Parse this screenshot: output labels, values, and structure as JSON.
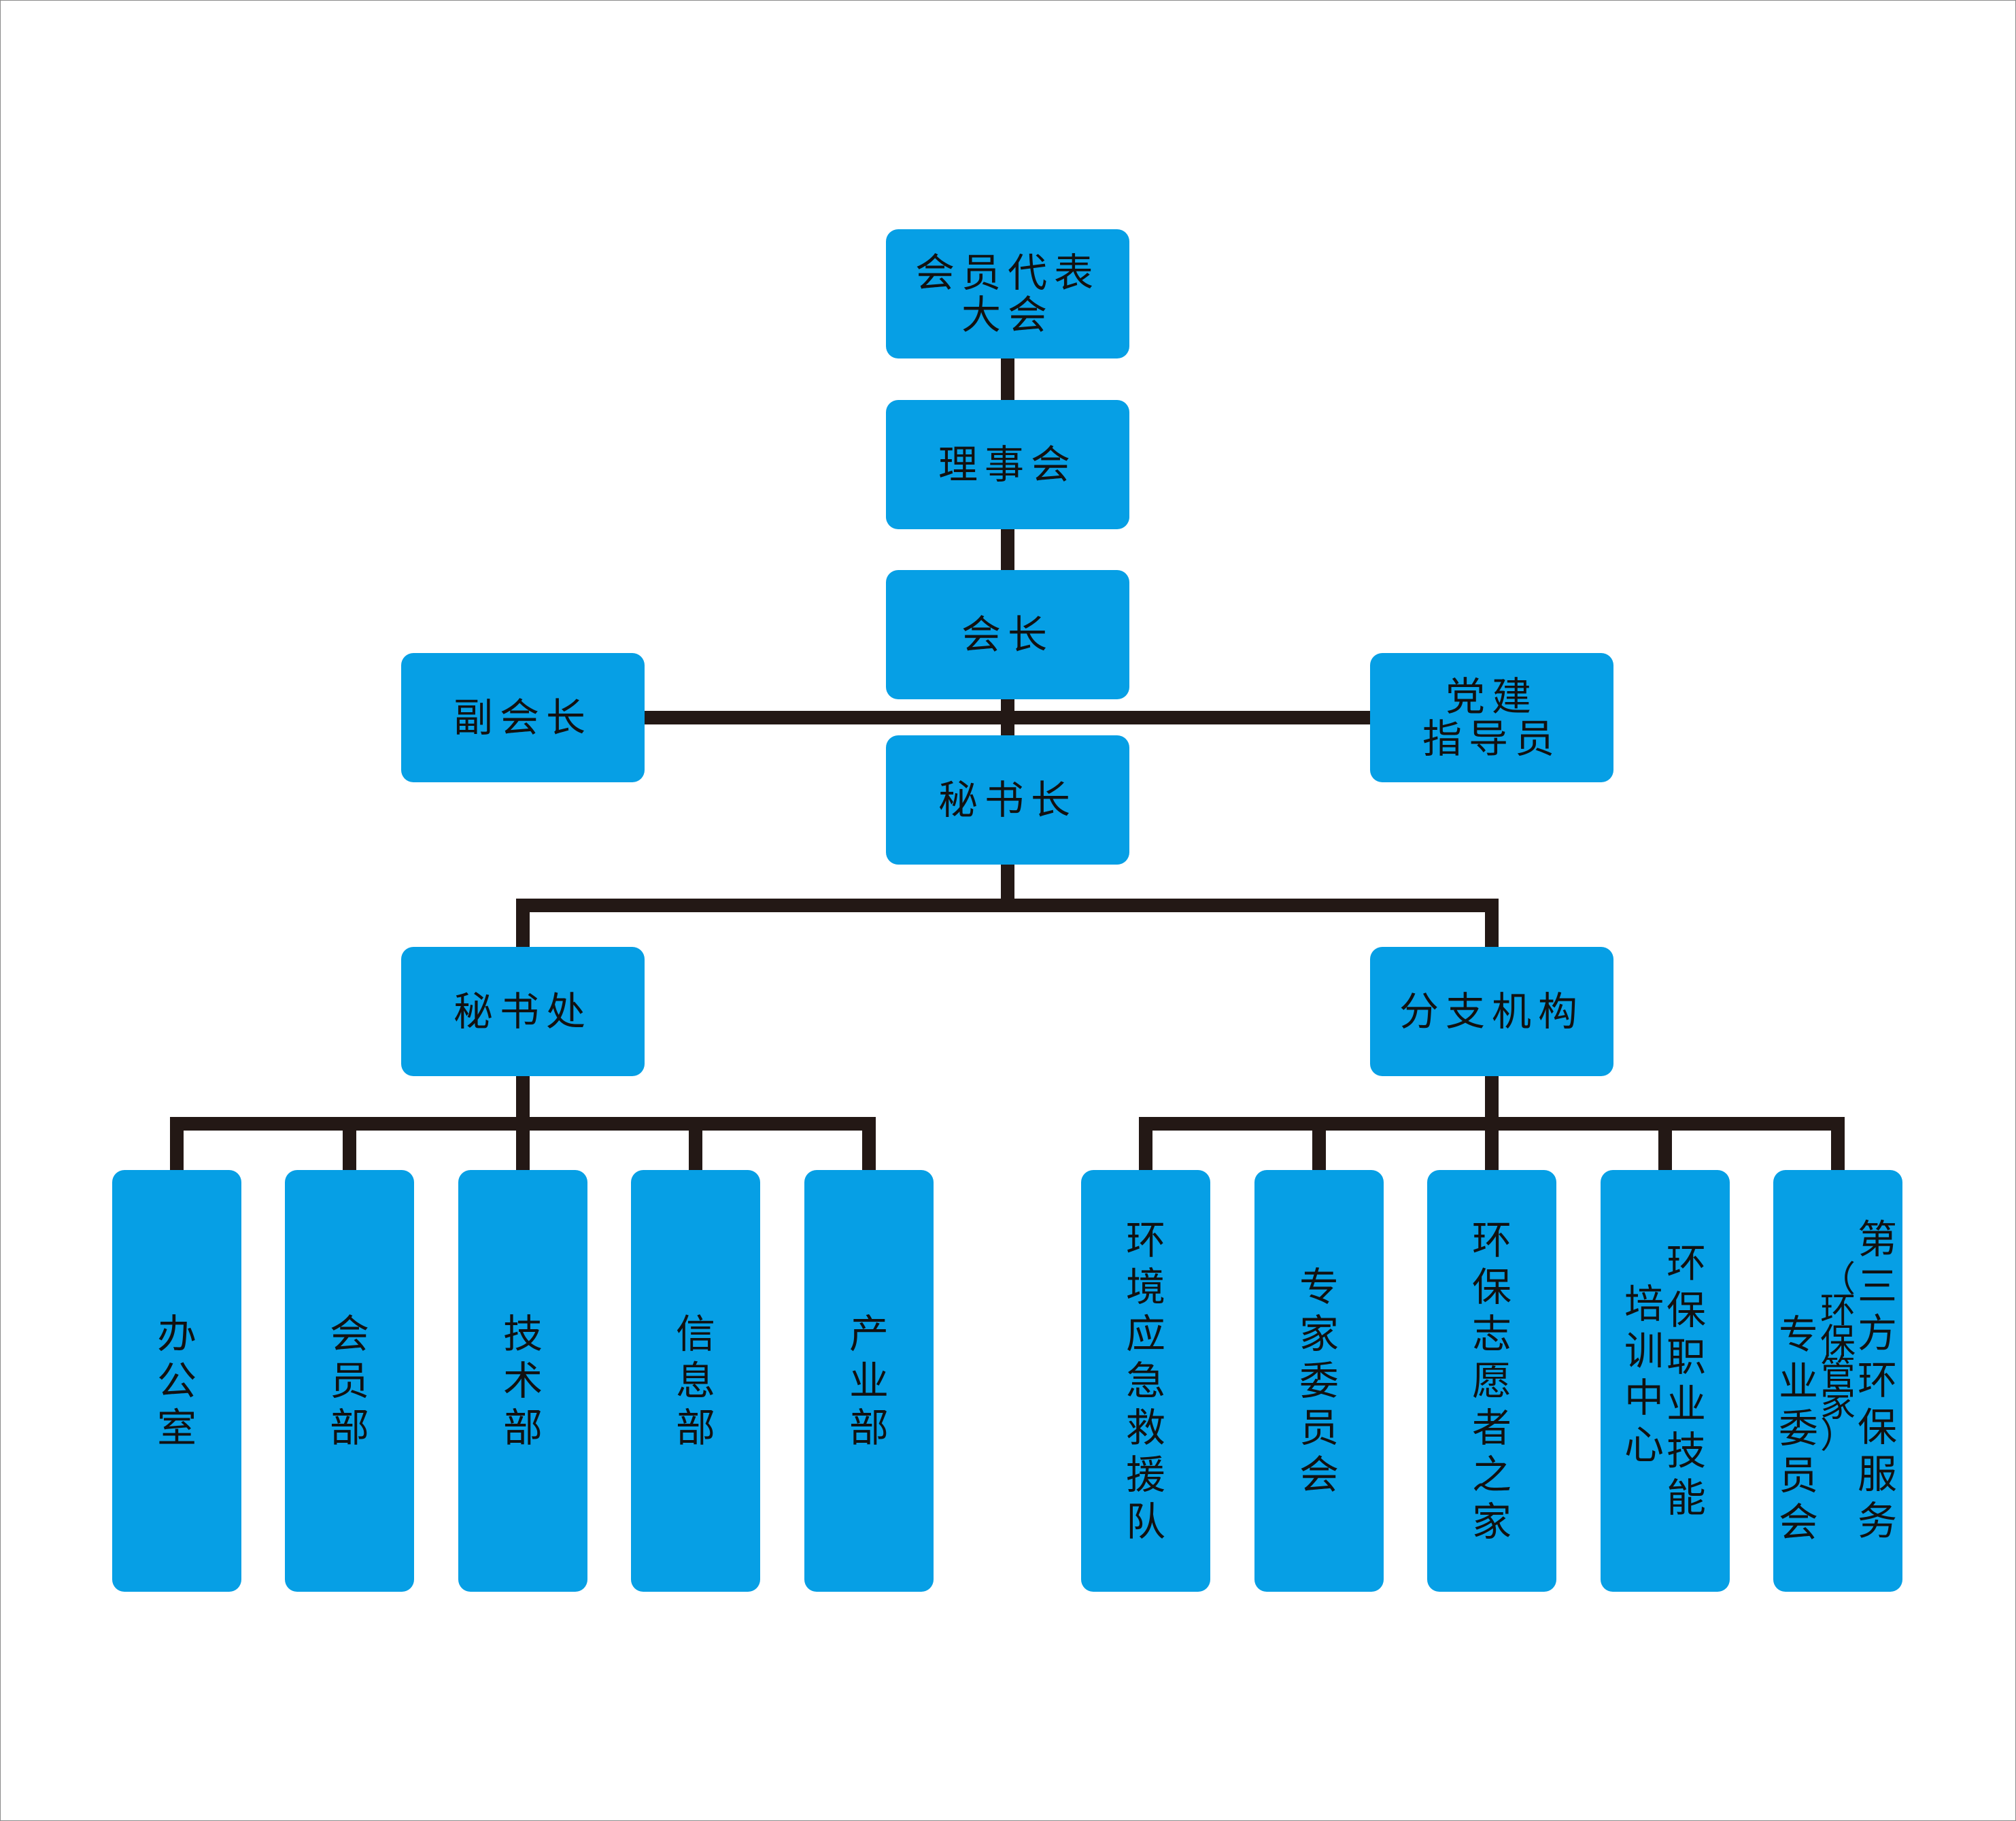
{
  "colors": {
    "box_fill": "#069FE5",
    "connector": "#231815",
    "text": "#111111",
    "background": "#ffffff"
  },
  "top": {
    "general_assembly": "会员代表\n大会",
    "council": "理事会",
    "president": "会长",
    "vice_president": "副会长",
    "party_instructor": "党建\n指导员",
    "secretary_general": "秘书长"
  },
  "middle": {
    "secretariat": "秘书处",
    "branches": "分支机构"
  },
  "secretariat_units": [
    [
      "办公室"
    ],
    [
      "会员部"
    ],
    [
      "技术部"
    ],
    [
      "信息部"
    ],
    [
      "产业部"
    ]
  ],
  "branch_units": [
    [
      "环境应急救援队"
    ],
    [
      "专家委员会"
    ],
    [
      "环保志愿者之家"
    ],
    [
      "环保职业技能",
      "培训中心"
    ],
    [
      "第三方环保服务",
      "（环保管家）",
      "专业委员会"
    ]
  ]
}
